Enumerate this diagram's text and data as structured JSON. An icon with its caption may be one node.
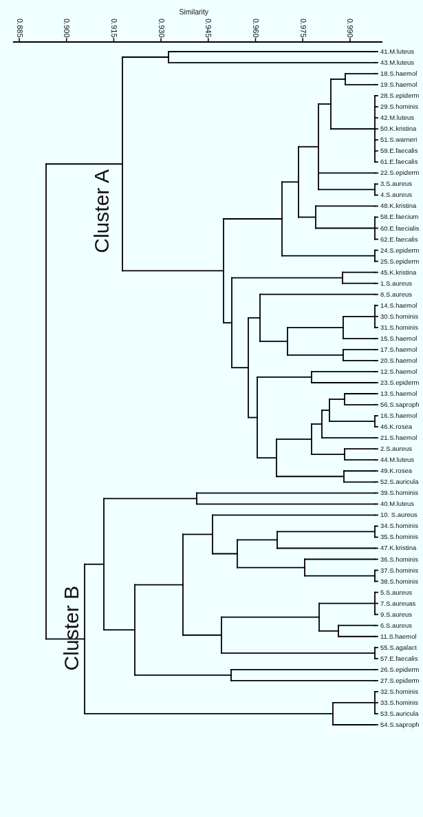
{
  "diagram": {
    "labels": [
      "Similarity",
      "0.885",
      "0.900",
      "0.915",
      "0.930",
      "0.945",
      "0.960",
      "0.975",
      "0.990",
      "41.M.luteus",
      "43.M.luteus",
      "18.S.haemol",
      "19.S.haemol",
      "28.S.epiderm",
      "29.S.hominis",
      "42.M.luteus",
      "50.K.kristina",
      "51.S.warneri",
      "59.E.faecalis",
      "61.E.faecalis",
      "22.S.epiderm",
      "3.S.aureus",
      "4.S.aureus",
      "48.K.kristina",
      "58.E.faecium",
      "60.E.faecialis",
      "62.E.faecalis",
      "24.S.epiderm",
      "25.S.epiderm",
      "45.K.kristina",
      "1.S.aureus",
      "8.S.aureus",
      "14.S.haemol",
      "30.S.hominis",
      "31.S.hominis",
      "15.S.haemol",
      "17.S.haemol",
      "20.S.haemol",
      "12.S.haemol",
      "23.S.epiderm",
      "13.S.haemol",
      "56.S.saproph",
      "16.S.haemol",
      "46.K.rosea",
      "21.S.haemol",
      "2.S.aureus",
      "44.M.luteus",
      "49.K.rosea",
      "52.S.auricula",
      "39.S.hominis",
      "40.M.luteus",
      "10. S.aureus",
      "34.S.hominis",
      "35.S.hominis",
      "47.K.kristina",
      "36.S.hominis",
      "37.S.hominis",
      "38.S.hominis",
      "5.S.aureus",
      "7.S.aureuas",
      "9.S.aureus",
      "6.S.aureus",
      "11.S.haemol",
      "55.S.agalact",
      "57.E.faecalis",
      "26.S.epiderm",
      "27.S.epiderm",
      "32.S.hominis",
      "33.S.hominis",
      "53.S.auricula",
      "54.S.saproph",
      "Cluster A",
      "Cluster B"
    ]
  }
}
